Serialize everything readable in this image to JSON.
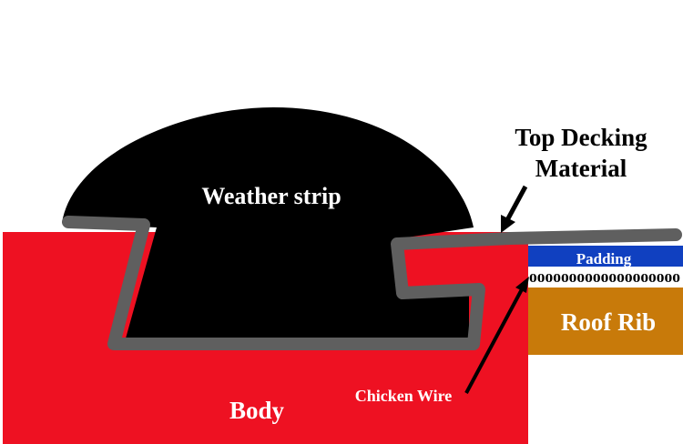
{
  "labels": {
    "top_decking_line1": "Top Decking",
    "top_decking_line2": "Material",
    "weather_strip": "Weather strip",
    "padding": "Padding",
    "chicken_wire_pattern": "0000000000000000000",
    "roof_rib": "Roof Rib",
    "chicken_wire": "Chicken Wire",
    "body": "Body"
  },
  "colors": {
    "body": "#ee1122",
    "weather_strip": "#000000",
    "seal_band": "#5f5f5f",
    "padding": "#1040c0",
    "roof_rib": "#c87a0a"
  }
}
